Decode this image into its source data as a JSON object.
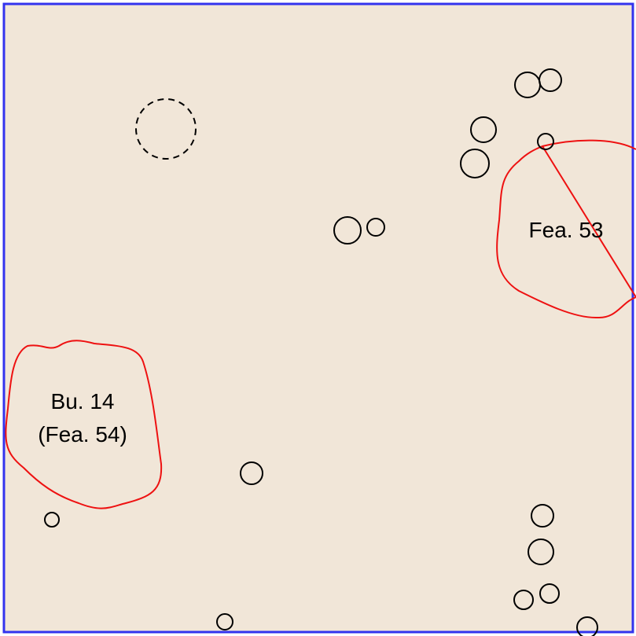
{
  "colors": {
    "background": "#f1e6d8",
    "frame": "#3333ee",
    "feature_outline": "#ee1111",
    "posthole_outline": "#000000"
  },
  "features": {
    "fea53": {
      "label": "Fea. 53"
    },
    "bu14": {
      "label_line1": "Bu. 14",
      "label_line2": "(Fea. 54)"
    }
  }
}
